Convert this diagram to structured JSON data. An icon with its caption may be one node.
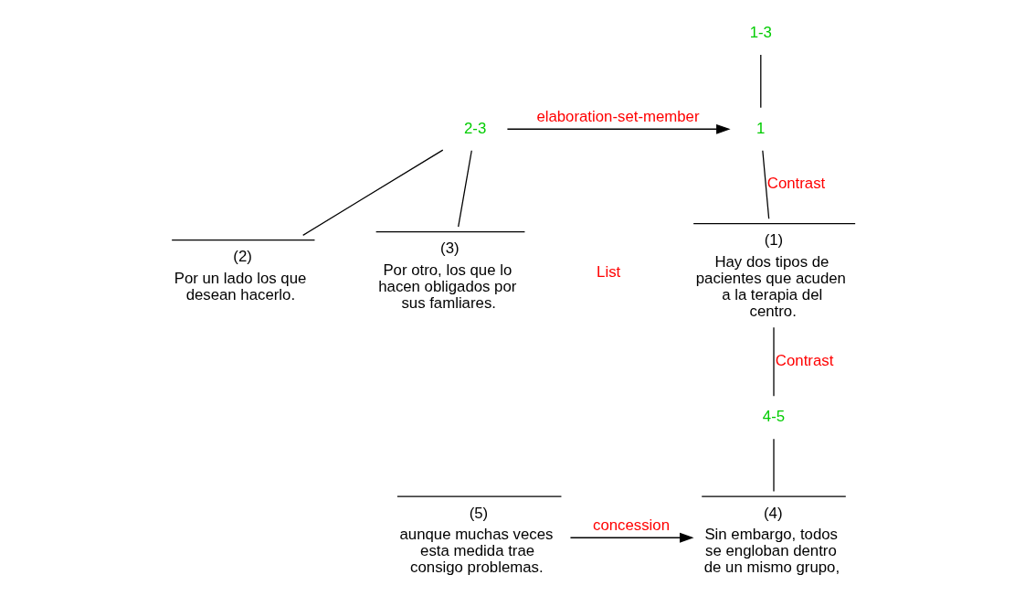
{
  "diagram": {
    "nodes": [
      {
        "text": [
          "1-3"
        ]
      },
      {
        "text": [
          "1"
        ]
      },
      {
        "text": [
          "2-3"
        ]
      },
      {
        "text": [
          "(1)",
          "Hay dos tipos de pacientes que acuden a la terapia del centro."
        ]
      },
      {
        "text": [
          "(2)",
          "Por un lado los que desean hacerlo."
        ]
      },
      {
        "text": [
          "(3)",
          "Por otro, los que lo hacen obligados por sus famliares."
        ]
      },
      {
        "text": [
          "4-5"
        ]
      },
      {
        "text": [
          "(4)",
          "Sin embargo, todos se engloban dentro de un mismo grupo,"
        ]
      },
      {
        "text": [
          "(5)",
          "aunque muchas veces esta medida trae consigo problemas."
        ]
      }
    ],
    "edges": [
      {
        "from": 0,
        "to": 1,
        "arrow": "none"
      },
      {
        "from": 2,
        "to": 1,
        "arrow": "to",
        "label": "elaboration-set-member"
      },
      {
        "from": 1,
        "to": 3,
        "arrow": "none",
        "label": "Contrast"
      },
      {
        "from": 2,
        "to": 4,
        "arrow": "none"
      },
      {
        "from": 2,
        "to": 5,
        "arrow": "none"
      },
      {
        "from": 3,
        "to": 6,
        "arrow": "none",
        "label": "Contrast"
      },
      {
        "from": 6,
        "to": 7,
        "arrow": "none"
      },
      {
        "from": 8,
        "to": 7,
        "arrow": "to",
        "label": "concession"
      }
    ],
    "labels": [
      "List"
    ]
  }
}
